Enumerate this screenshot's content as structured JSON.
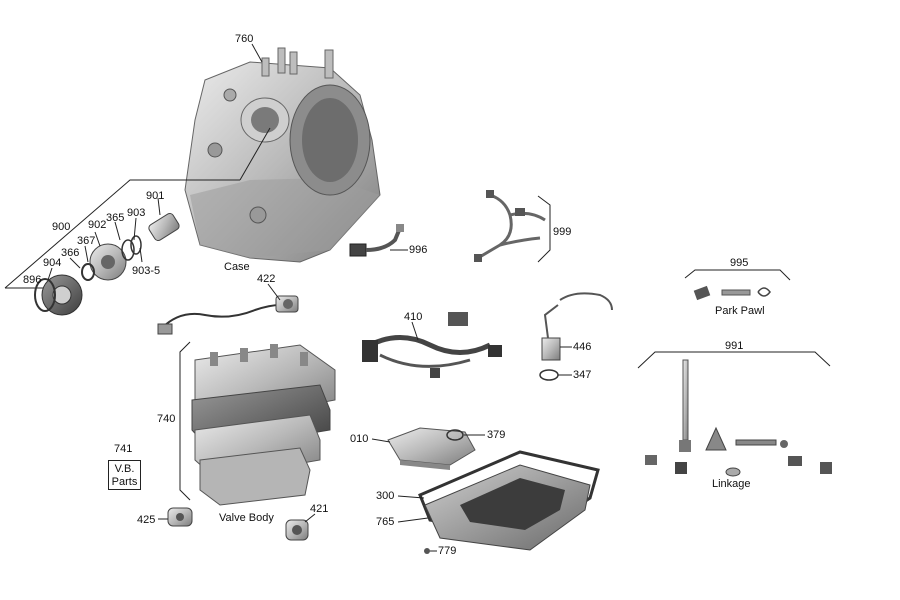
{
  "labels": {
    "case_part": "760",
    "case_name": "Case",
    "p900": "900",
    "p901": "901",
    "p902": "902",
    "p903": "903",
    "p903_5": "903-5",
    "p365": "365",
    "p367": "367",
    "p366": "366",
    "p904": "904",
    "p896": "896",
    "p996": "996",
    "p999": "999",
    "p422": "422",
    "p410": "410",
    "p446": "446",
    "p347": "347",
    "p995": "995",
    "park_pawl": "Park Pawl",
    "p991": "991",
    "linkage": "Linkage",
    "p740": "740",
    "p741": "741",
    "vb_line1": "V.B.",
    "vb_line2": "Parts",
    "valve_body": "Valve Body",
    "p425": "425",
    "p421": "421",
    "p010": "010",
    "p379": "379",
    "p300": "300",
    "p765": "765",
    "p779": "779"
  },
  "colors": {
    "metal_light": "#d9d9d9",
    "metal_mid": "#a8a8a8",
    "metal_dark": "#555555",
    "line": "#222222"
  }
}
